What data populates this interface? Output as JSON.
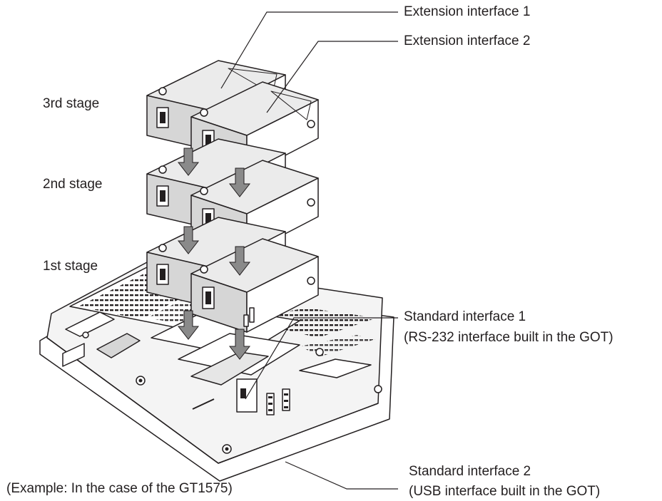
{
  "labels": {
    "ext1": "Extension interface 1",
    "ext2": "Extension interface 2",
    "stage3": "3rd stage",
    "stage2": "2nd stage",
    "stage1": "1st stage",
    "std1_title": "Standard interface 1",
    "std1_sub": "(RS-232 interface built in the GOT)",
    "example": "(Example: In the case of the GT1575)",
    "std2_title": "Standard interface 2",
    "std2_sub": "(USB interface built in the GOT)"
  },
  "colors": {
    "line": "#231f20",
    "module_top": "#ebebeb",
    "module_face": "#d6d6d6",
    "arrow": "#8a8a8a",
    "panel": "#f4f4f4"
  }
}
